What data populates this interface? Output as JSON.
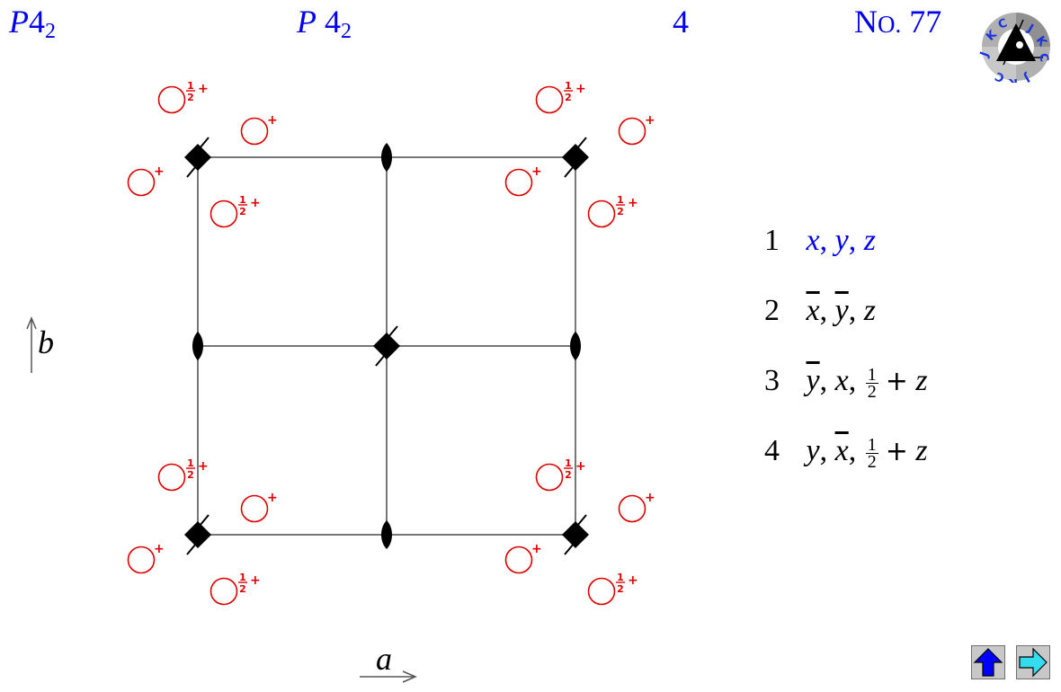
{
  "header": {
    "short_symbol": {
      "letter": "P",
      "main": "4",
      "sub": "2"
    },
    "full_symbol": {
      "letter": "P",
      "main": " 4",
      "sub": "2"
    },
    "point_group": "4",
    "number_prefix_N": "N",
    "number_prefix_o": "O.",
    "number": " 77",
    "logo_text": "JKC"
  },
  "coordinates": [
    {
      "index": "1",
      "parts": [
        "x",
        ", ",
        "y",
        ", ",
        "z"
      ],
      "color": "#0000ee"
    },
    {
      "index": "2",
      "x": "x",
      "y": "y",
      "z": "z",
      "sep": ", "
    },
    {
      "index": "3",
      "a": "y",
      "b": "x",
      "frac_num": "1",
      "frac_den": "2",
      "plus": "+",
      "z": "z",
      "sep": ", "
    },
    {
      "index": "4",
      "a": "y",
      "b": "x",
      "frac_num": "1",
      "frac_den": "2",
      "plus": "+",
      "z": "z",
      "sep": ", "
    }
  ],
  "axes": {
    "a": "a",
    "b": "b"
  },
  "diagram": {
    "cell_line_color": "#777777",
    "symbol_color": "#000000",
    "position_color": "#dd0000",
    "position_labels": {
      "plus": "+",
      "half_num": "1",
      "half_den": "2"
    }
  },
  "nav": {
    "up_label": "up-arrow",
    "next_label": "right-arrow",
    "up_color": "#0000ff",
    "next_color": "#33ddee"
  }
}
